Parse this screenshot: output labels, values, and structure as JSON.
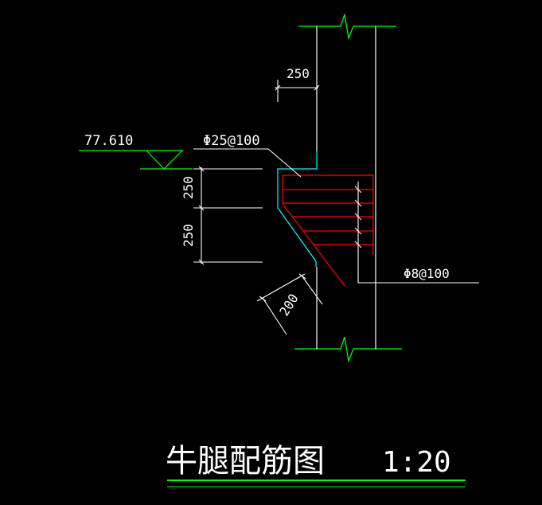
{
  "drawing": {
    "elevation": "77.610",
    "top_rebar": "Φ25@100",
    "stirrup": "Φ8@100",
    "dim_top": "250",
    "dim_v1": "250",
    "dim_v2": "250",
    "dim_diag": "200",
    "title": "牛腿配筋图",
    "scale": "1:20"
  },
  "colors": {
    "background": "#000000",
    "line": "#ffffff",
    "ground": "#00ff00",
    "outline": "#00ffff",
    "rebar": "#ff0000"
  }
}
